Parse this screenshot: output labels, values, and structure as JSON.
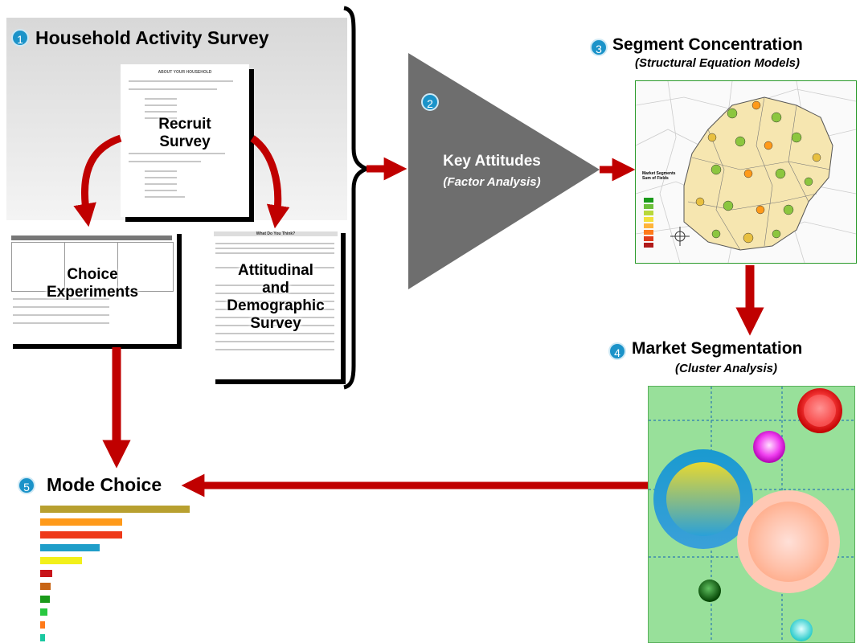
{
  "step1": {
    "number": "1",
    "title": "Household Activity Survey"
  },
  "recruit_doc": {
    "header": "ABOUT YOUR HOUSEHOLD",
    "label": "Recruit\nSurvey"
  },
  "choice_doc": {
    "label": "Choice\nExperiments"
  },
  "attitude_doc": {
    "header": "What Do You Think?",
    "label": "Attitudinal\nand\nDemographic\nSurvey"
  },
  "step2": {
    "number": "2",
    "title": "Key Attitudes",
    "subtitle": "(Factor Analysis)"
  },
  "step3": {
    "number": "3",
    "title": "Segment Concentration",
    "subtitle": "(Structural Equation Models)",
    "map_legend_title": "Market Segments\nSum of Fields"
  },
  "step4": {
    "number": "4",
    "title": "Market Segmentation",
    "subtitle": "(Cluster Analysis)"
  },
  "step5": {
    "number": "5",
    "title": "Mode Choice"
  },
  "mode_choice_bars": [
    {
      "value": 1.0,
      "color": "#b8a030"
    },
    {
      "value": 0.55,
      "color": "#ff9a1a"
    },
    {
      "value": 0.55,
      "color": "#ee3a1a"
    },
    {
      "value": 0.4,
      "color": "#1f9ec9"
    },
    {
      "value": 0.28,
      "color": "#f2f01a"
    },
    {
      "value": 0.08,
      "color": "#c8141a"
    },
    {
      "value": 0.07,
      "color": "#c86414"
    },
    {
      "value": 0.065,
      "color": "#1a9a1a"
    },
    {
      "value": 0.05,
      "color": "#28c840"
    },
    {
      "value": 0.03,
      "color": "#ff7a1a"
    },
    {
      "value": 0.025,
      "color": "#1ac8a0"
    }
  ],
  "colors": {
    "arrow": "#c00000",
    "triangle": "#6e6e6e",
    "badge": "#1b93c9",
    "cluster_bg": "#98e09a"
  }
}
